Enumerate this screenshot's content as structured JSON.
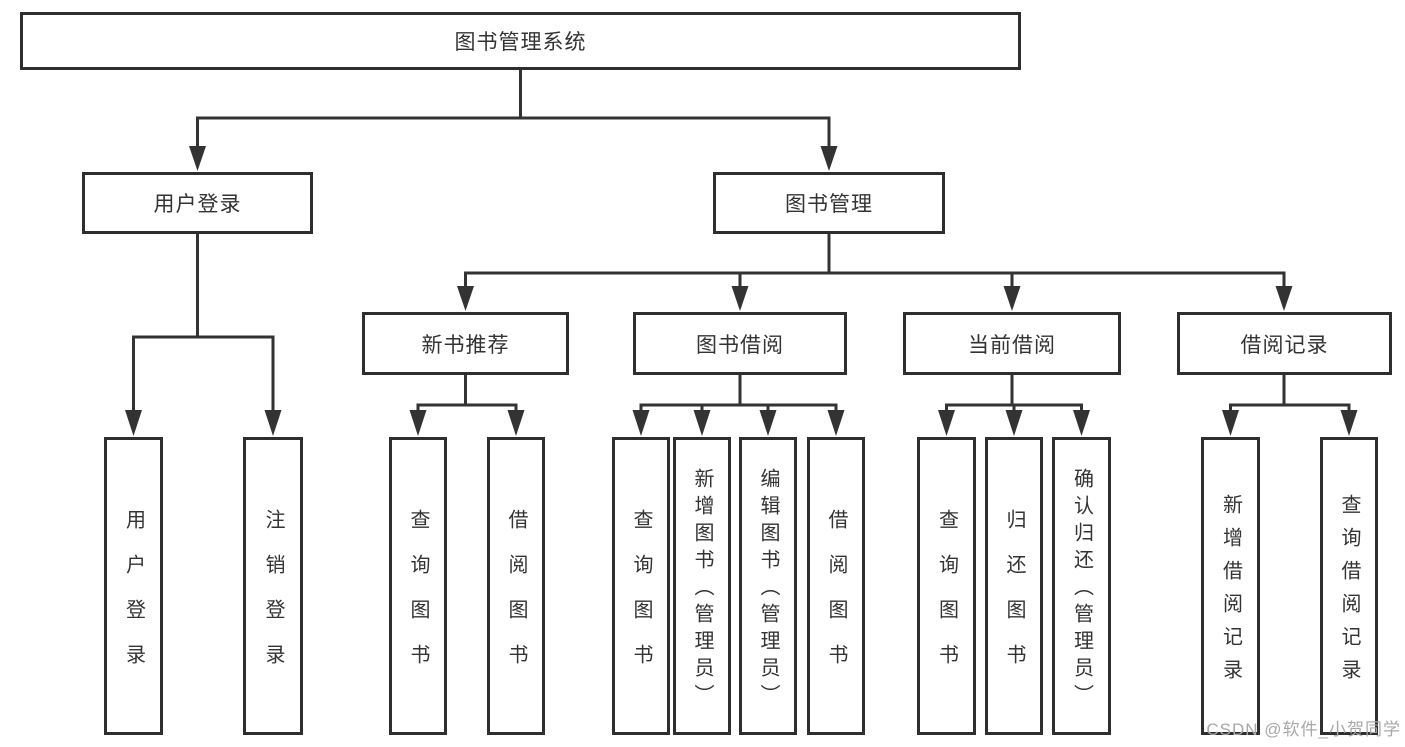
{
  "tree": {
    "label": "图书管理系统",
    "children": [
      {
        "label": "用户登录",
        "children": [
          {
            "label": "用户登录"
          },
          {
            "label": "注销登录"
          }
        ]
      },
      {
        "label": "图书管理",
        "children": [
          {
            "label": "新书推荐",
            "children": [
              {
                "label": "查询图书"
              },
              {
                "label": "借阅图书"
              }
            ]
          },
          {
            "label": "图书借阅",
            "children": [
              {
                "label": "查询图书"
              },
              {
                "label": "新增图书（管理员）"
              },
              {
                "label": "编辑图书（管理员）"
              },
              {
                "label": "借阅图书"
              }
            ]
          },
          {
            "label": "当前借阅",
            "children": [
              {
                "label": "查询图书"
              },
              {
                "label": "归还图书"
              },
              {
                "label": "确认归还（管理员）"
              }
            ]
          },
          {
            "label": "借阅记录",
            "children": [
              {
                "label": "新增借阅记录"
              },
              {
                "label": "查询借阅记录"
              }
            ]
          }
        ]
      }
    ]
  },
  "watermark": "CSDN @软件_小贺同学",
  "colors": {
    "line": "#333333",
    "box_border": "#2e2e2e",
    "box_fill": "#ffffff",
    "text": "#333333",
    "watermark": "#a8a8a8"
  }
}
